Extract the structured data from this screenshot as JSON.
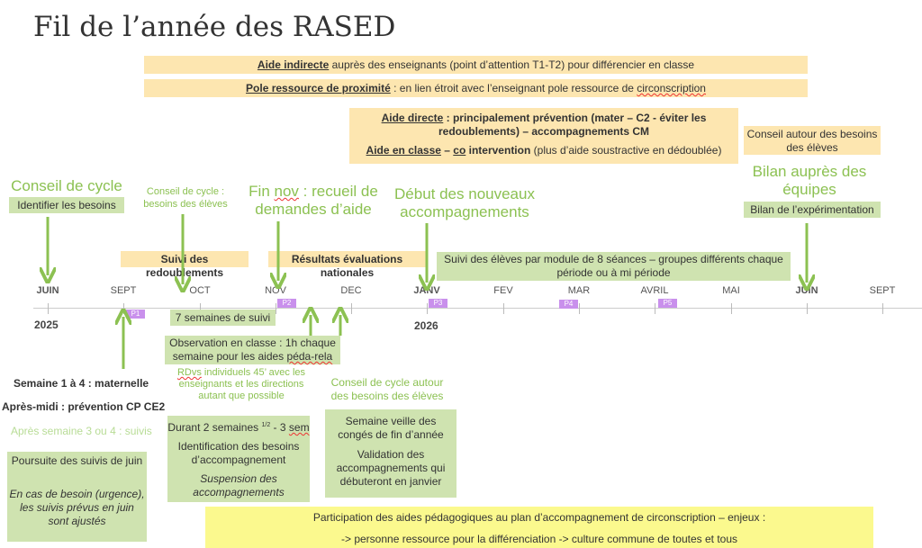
{
  "title": "Fil de l’année des RASED",
  "top": {
    "b1_u": "Aide indirecte",
    "b1_r": " auprès des enseignants (point d’attention T1-T2) pour différencier en classe",
    "b2_u": "Pole ressource de proximité",
    "b2_r": " : en lien étroit avec l’enseignant pole ressource de ",
    "b2_c": "circonscription",
    "b3_u": "Aide directe",
    "b3_r": " : principalement prévention (mater – C2 - éviter les redoublements) – accompagnements CM",
    "b3b_u": "Aide en classe",
    "b3b_m": " – ",
    "b3b_co": "co",
    "b3b_r": " intervention",
    "b3b_n": " (plus d’aide soustractive en dédoublée)",
    "b4": "Conseil autour des besoins des élèves"
  },
  "events": {
    "conseil_cycle": "Conseil de cycle",
    "identifier": "Identifier les besoins",
    "conseil_cycle2": "Conseil de cycle : besoins des élèves",
    "fin_nov_a": "Fin ",
    "fin_nov_b": "nov",
    "fin_nov_c": " : recueil de demandes d’aide",
    "debut": "Début des nouveaux accompagnements",
    "bilan": "Bilan auprès des équipes",
    "bilan_box": "Bilan de l’expérimentation",
    "redoublements": "Suivi des redoublements",
    "resultats": "Résultats évaluations nationales",
    "module": "Suivi des élèves par module de 8 séances – groupes différents chaque période ou à mi période"
  },
  "timeline": {
    "months": [
      "JUIN",
      "SEPT",
      "OCT",
      "NOV",
      "DEC",
      "JANV",
      "FEV",
      "MAR",
      "AVRIL",
      "MAI",
      "JUIN",
      "SEPT"
    ],
    "periods": [
      "P1",
      "P2",
      "P3",
      "P4",
      "P5"
    ],
    "years": [
      "2025",
      "2026"
    ]
  },
  "bottom": {
    "sept_semaines": "7 semaines de suivi",
    "observation_a": "Observation en classe : 1h chaque semaine pour les aides ",
    "observation_b": "péda-rela",
    "rdvs_a": "RDvs",
    "rdvs_b": " individuels 45’ avec les enseignants et les directions autant que possible",
    "conseil3": "Conseil de cycle autour des besoins des élèves",
    "durant_a": "Durant 2 semaines ",
    "durant_sup": "1/2",
    "durant_b": " - 3 ",
    "durant_c": "sem",
    "identification": "Identification des besoins d’accompagnement",
    "suspension": "Suspension des accompagnements",
    "veille": "Semaine veille des congés de fin d’année",
    "validation": "Validation des accompagnements qui débuteront en janvier",
    "sem14": "Semaine 1 à 4 : maternelle",
    "apres_midi": "Après-midi : prévention CP CE2",
    "apres_sem": "Après semaine 3 ou 4 : suivis",
    "poursuite": "Poursuite des suivis de juin",
    "urgence": "En cas de besoin (urgence), les suivis prévus en juin sont ajustés",
    "participation": "Participation des aides pédagogiques au plan d’accompagnement de circonscription – enjeux :",
    "personne": "-> personne ressource pour la différenciation -> culture commune de toutes et tous"
  }
}
